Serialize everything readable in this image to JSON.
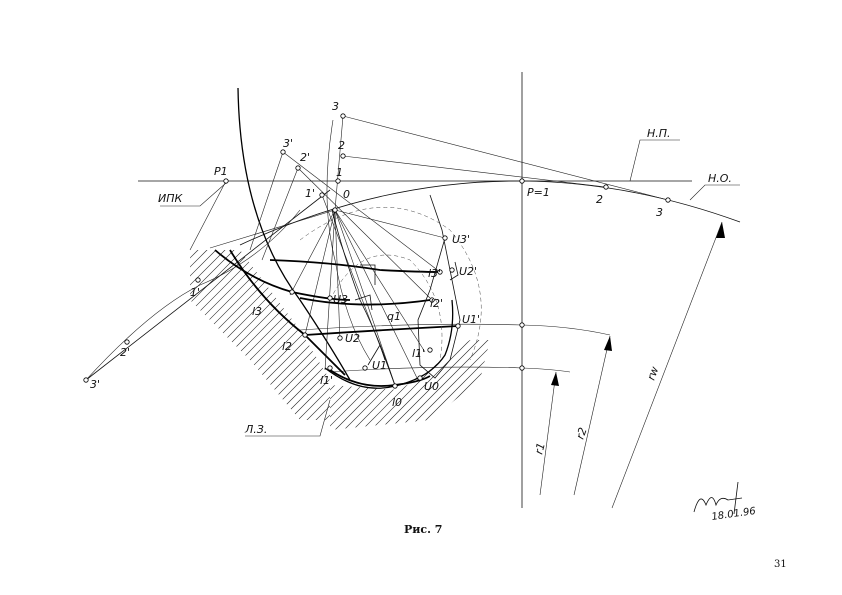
{
  "figure": {
    "caption": "Рис. 7",
    "page_number": "31",
    "signature_text": "18.01.96"
  },
  "labels": {
    "np": "Н.П.",
    "no": "Н.О.",
    "ipk": "ИПК",
    "lz": "Л.З.",
    "p1": "P1",
    "p_eq_1": "P=1",
    "rw": "rw",
    "r2": "r2",
    "r1": "r1",
    "q1": "q1",
    "n0": "0",
    "n1": "1",
    "n2": "2",
    "n3": "3",
    "n1p": "1'",
    "n2p": "2'",
    "n3p": "3'",
    "n2b": "2",
    "n3b": "3",
    "n1l": "1'",
    "n2l": "2'",
    "n3l": "3'",
    "u0": "U0",
    "u1": "U1",
    "u2": "U2",
    "u3": "U3",
    "u1p": "U1'",
    "u2p": "U2'",
    "u3p": "U3'",
    "l0": "l0",
    "l1p": "l1'",
    "l2p": "l2'",
    "l3p": "l3'",
    "l1pp": "l1'",
    "l2": "l2",
    "l3": "l3"
  }
}
